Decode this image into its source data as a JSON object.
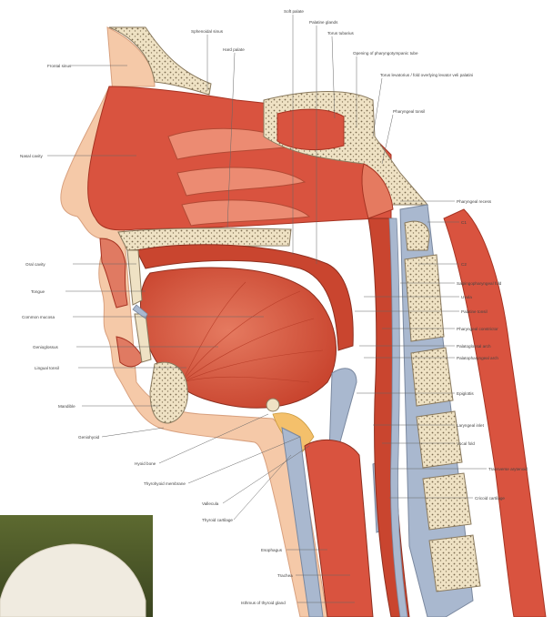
{
  "image": {
    "labels": {
      "frontal_sinus": "Frontal sinus",
      "nasal_cavity": "Nasal cavity",
      "sphenoidal_sinus": "Sphenoidal sinus",
      "hard_palate": "Hard palate",
      "soft_palate": "Soft palate",
      "palatine_glands": "Palatine glands",
      "torus_tubarius": "Torus tubarius",
      "opening_pharyngotympanic_tube": "Opening of pharyngotympanic tube",
      "torus_levatorius": "Torus levatorius / fold overlying levator veli palatini",
      "pharyngeal_tonsil": "Pharyngeal tonsil",
      "pharyngeal_recess": "Pharyngeal recess",
      "c1": "C1",
      "c2": "C2",
      "oral_cavity": "Oral cavity",
      "tongue": "Tongue",
      "common_mucosa": "Common mucosa",
      "genioglossus": "Genioglossus",
      "lingual_tonsil": "Lingual tonsil",
      "mandible": "Mandible",
      "geniohyoid": "Geniohyoid",
      "hyoid_bone": "Hyoid bone",
      "thyrohyoid_membrane": "Thyrohyoid membrane",
      "epiglottis": "Epiglottis",
      "vallecula": "Vallecula",
      "thyroid_cartilage": "Thyroid cartilage",
      "esophagus": "Esophagus",
      "trachea": "Trachea",
      "isthmus_thyroid": "Isthmus of thyroid gland",
      "salpingopharyngeal_fold": "Salpingopharyngeal fold",
      "uvula": "Uvula",
      "palatine_tonsil": "Palatine tonsil",
      "pharyngeal_constrictor": "Pharyngeal constrictor",
      "palatoglossal_arch": "Palatoglossal arch",
      "palatopharyngeal_arch": "Palatopharyngeal arch",
      "laryngeal_inlet": "Laryngeal inlet",
      "vocal_fold": "Vocal fold",
      "transverse_arytenoid": "Transverse arytenoid",
      "cricoid_cartilage": "Cricoid cartilage"
    },
    "colors": {
      "muscle": "#d9533f",
      "muscle_light": "#ec8b72",
      "mucosa": "#f2a48e",
      "bone": "#efe2c4",
      "bone_dots": "#7a6a4e",
      "cartilage": "#a9b8cf",
      "fat": "#f4c06b",
      "skin": "#f5c9a8",
      "photo_bg": "#4f5b2a"
    }
  }
}
